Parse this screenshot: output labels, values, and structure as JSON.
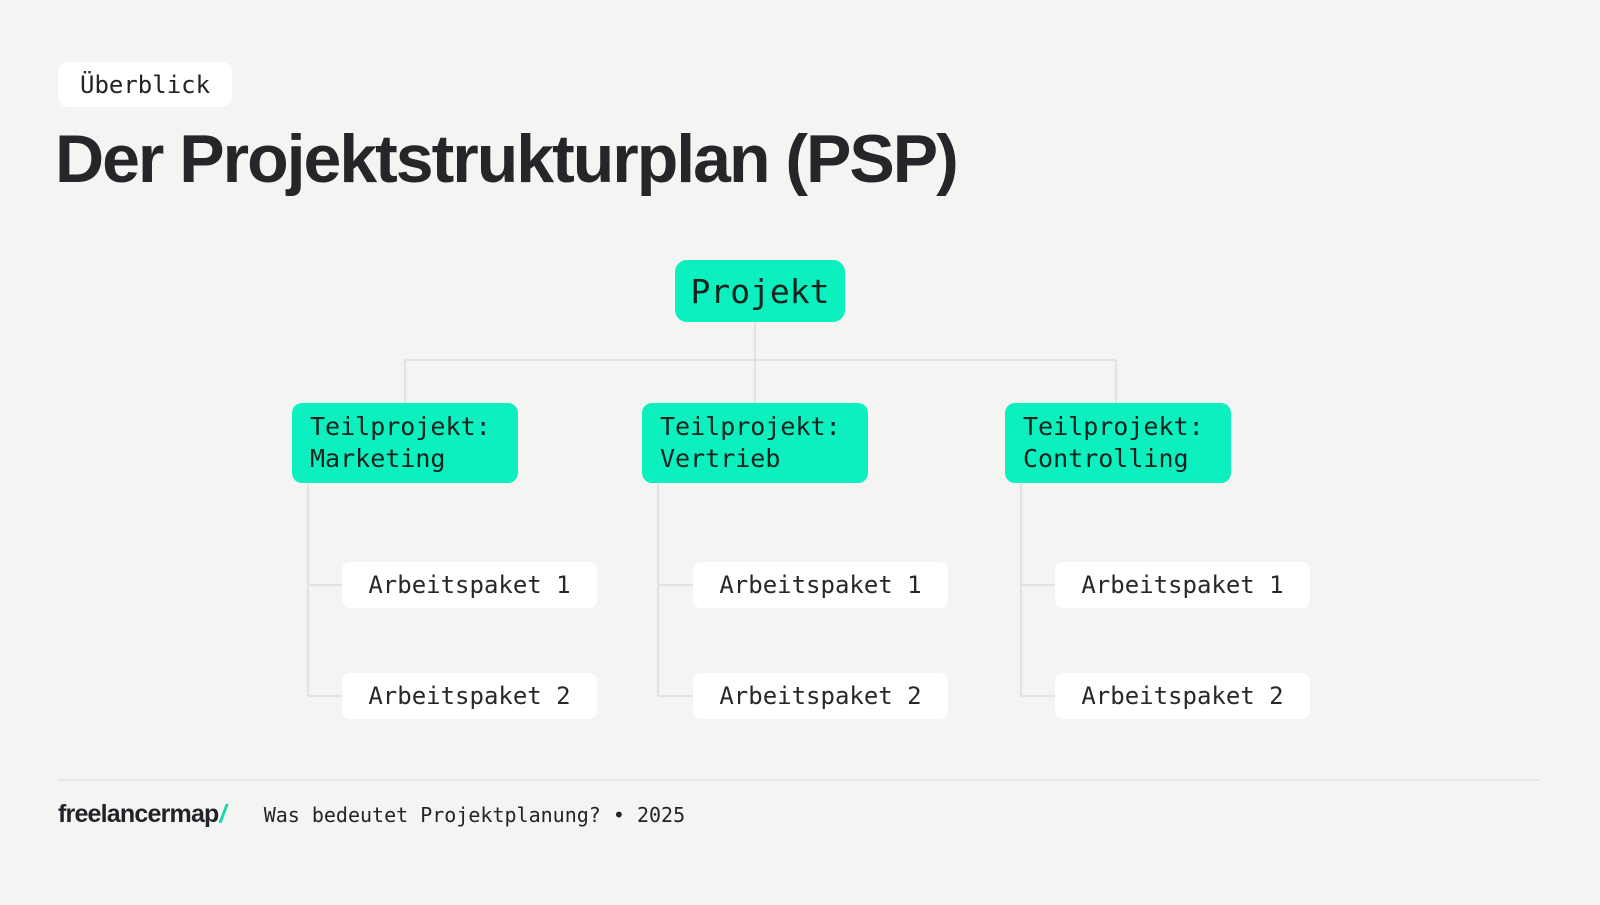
{
  "header": {
    "badge": "Überblick",
    "title": "Der Projektstrukturplan (PSP)"
  },
  "diagram": {
    "root": {
      "label": "Projekt"
    },
    "subprojects": [
      {
        "title": "Teilprojekt:",
        "name": "Marketing",
        "work_packages": [
          {
            "label": "Arbeitspaket 1"
          },
          {
            "label": "Arbeitspaket 2"
          }
        ]
      },
      {
        "title": "Teilprojekt:",
        "name": "Vertrieb",
        "work_packages": [
          {
            "label": "Arbeitspaket 1"
          },
          {
            "label": "Arbeitspaket 2"
          }
        ]
      },
      {
        "title": "Teilprojekt:",
        "name": "Controlling",
        "work_packages": [
          {
            "label": "Arbeitspaket 1"
          },
          {
            "label": "Arbeitspaket 2"
          }
        ]
      }
    ]
  },
  "footer": {
    "brand": "freelancermap",
    "brand_slash": "/",
    "caption": "Was bedeutet Projektplanung? • 2025"
  },
  "colors": {
    "background": "#f4f4f2",
    "accent_green": "#0bf0be",
    "card_white": "#ffffff",
    "title_text": "#26262a",
    "node_text": "#14231e",
    "connector_gray": "#e2e2e0",
    "logo_slash_teal": "#0bd9ad"
  }
}
